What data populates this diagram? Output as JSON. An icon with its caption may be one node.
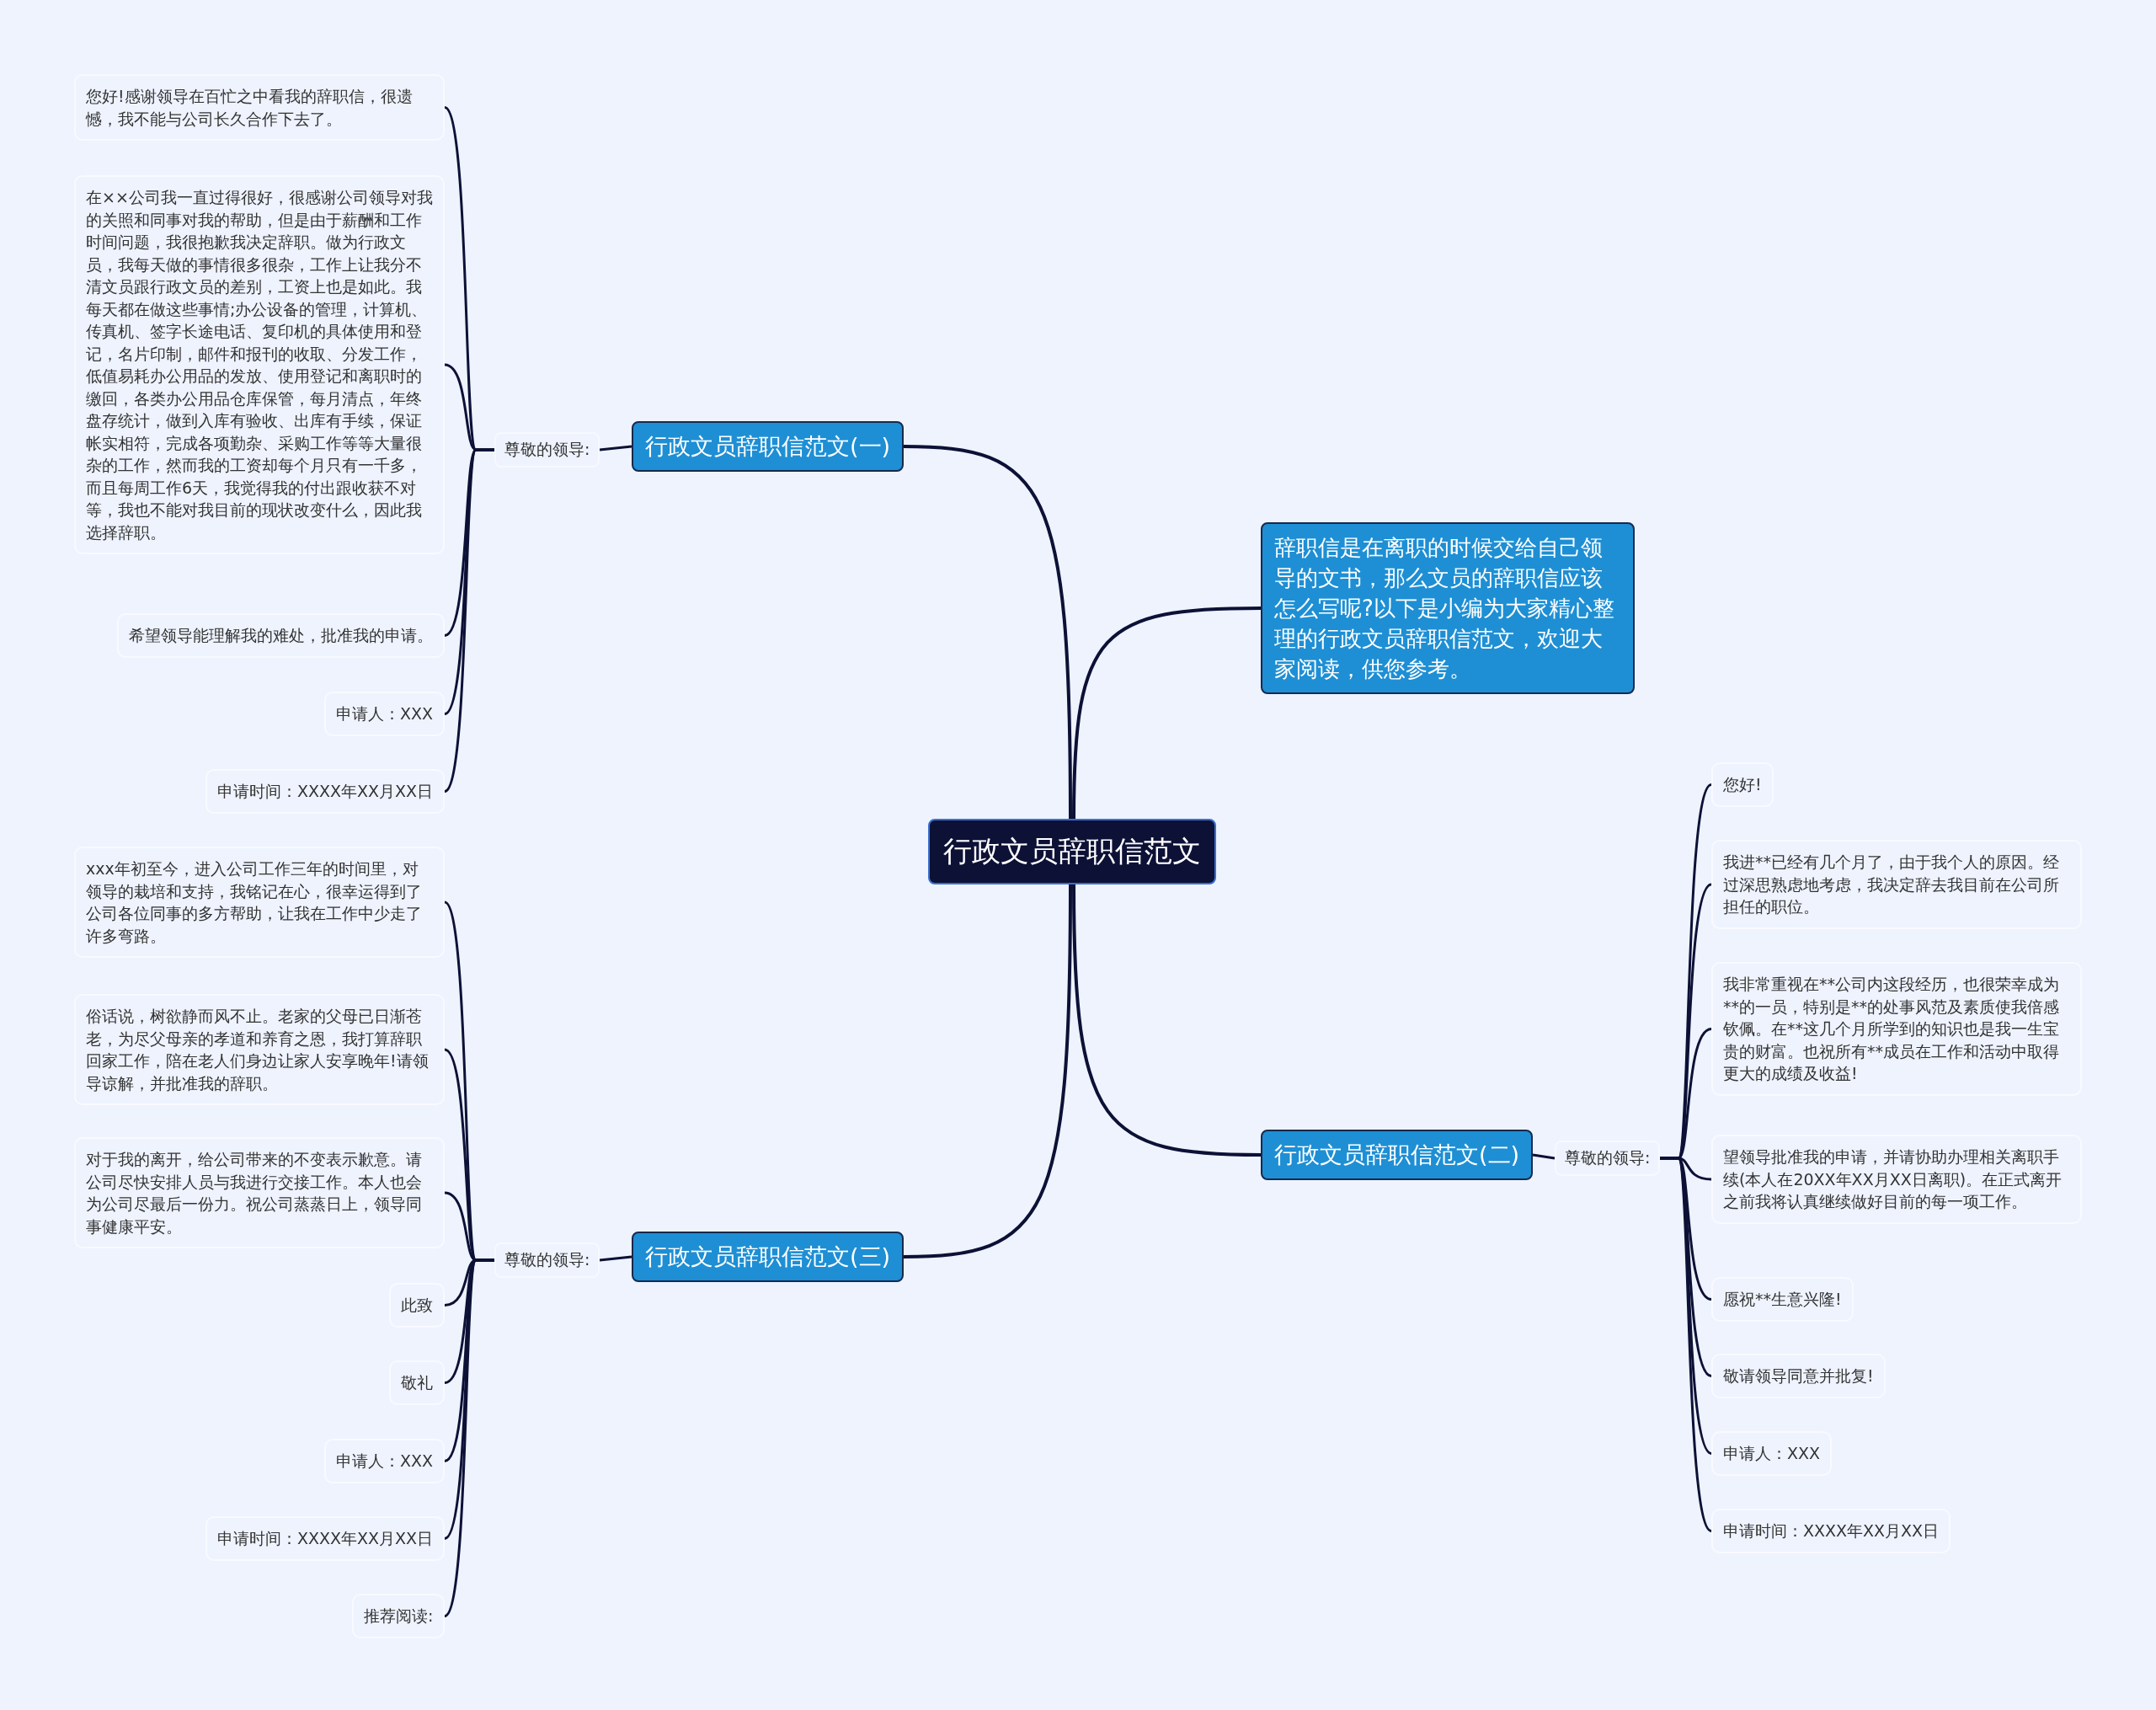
{
  "diagram": {
    "nodes": [
      {
        "text": [
          "行政文员辞职信范文"
        ]
      },
      {
        "text": [
          "行政文员辞职信范文(一)"
        ]
      },
      {
        "text": [
          "尊敬的领导:"
        ]
      },
      {
        "text": [
          "您好!感谢领导在百忙之中看我的辞职信，很遗憾，我不能与公司长久合作下去了。"
        ]
      },
      {
        "text": [
          "在××公司我一直过得很好，很感谢公司领导对我的关照和同事对我的帮助，但是由于薪酬和工作时间问题，我很抱歉我决定辞职。做为行政文员，我每天做的事情很多很杂，工作上让我分不清文员跟行政文员的差别，工资上也是如此。我每天都在做这些事情;办公设备的管理，计算机、传真机、签字长途电话、复印机的具体使用和登记，名片印制，邮件和报刊的收取、分发工作，低值易耗办公用品的发放、使用登记和离职时的缴回，各类办公用品仓库保管，每月清点，年终盘存统计，做到入库有验收、出库有手续，保证帐实相符，完成各项勤杂、采购工作等等大量很杂的工作，然而我的工资却每个月只有一千多，而且每周工作6天，我觉得我的付出跟收获不对等，我也不能对我目前的现状改变什么，因此我选择辞职。"
        ]
      },
      {
        "text": [
          "希望领导能理解我的难处，批准我的申请。"
        ]
      },
      {
        "text": [
          "申请人：XXX"
        ]
      },
      {
        "text": [
          "申请时间：XXXX年XX月XX日"
        ]
      },
      {
        "text": [
          "辞职信是在离职的时候交给自己领导的文书，那么文员的辞职信应该怎么写呢?以下是小编为大家精心整理的行政文员辞职信范文，欢迎大家阅读，供您参考。"
        ]
      },
      {
        "text": [
          "行政文员辞职信范文(二)"
        ]
      },
      {
        "text": [
          "尊敬的领导:"
        ]
      },
      {
        "text": [
          "您好!"
        ]
      },
      {
        "text": [
          "我进**已经有几个月了，由于我个人的原因。经过深思熟虑地考虑，我决定辞去我目前在公司所担任的职位。"
        ]
      },
      {
        "text": [
          "我非常重视在**公司内这段经历，也很荣幸成为**的一员，特别是**的处事风范及素质使我倍感钦佩。在**这几个月所学到的知识也是我一生宝贵的财富。也祝所有**成员在工作和活动中取得更大的成绩及收益!"
        ]
      },
      {
        "text": [
          "望领导批准我的申请，并请协助办理相关离职手续(本人在20XX年XX月XX日离职)。在正式离开之前我将认真继续做好目前的每一项工作。"
        ]
      },
      {
        "text": [
          "愿祝**生意兴隆!"
        ]
      },
      {
        "text": [
          "敬请领导同意并批复!"
        ]
      },
      {
        "text": [
          "申请人：XXX"
        ]
      },
      {
        "text": [
          "申请时间：XXXX年XX月XX日"
        ]
      },
      {
        "text": [
          "行政文员辞职信范文(三)"
        ]
      },
      {
        "text": [
          "尊敬的领导:"
        ]
      },
      {
        "text": [
          "xxx年初至今，进入公司工作三年的时间里，对领导的栽培和支持，我铭记在心，很幸运得到了公司各位同事的多方帮助，让我在工作中少走了许多弯路。"
        ]
      },
      {
        "text": [
          "俗话说，树欲静而风不止。老家的父母已日渐苍老，为尽父母亲的孝道和养育之恩，我打算辞职回家工作，陪在老人们身边让家人安享晚年!请领导谅解，并批准我的辞职。"
        ]
      },
      {
        "text": [
          "对于我的离开，给公司带来的不变表示歉意。请公司尽快安排人员与我进行交接工作。本人也会为公司尽最后一份力。祝公司蒸蒸日上，领导同事健康平安。"
        ]
      },
      {
        "text": [
          "此致"
        ]
      },
      {
        "text": [
          "敬礼"
        ]
      },
      {
        "text": [
          "申请人：XXX"
        ]
      },
      {
        "text": [
          "申请时间：XXXX年XX月XX日"
        ]
      },
      {
        "text": [
          "推荐阅读:"
        ]
      }
    ],
    "edges": [
      {
        "from": 0,
        "to": 1,
        "arrow": "none"
      },
      {
        "from": 1,
        "to": 2,
        "arrow": "none"
      },
      {
        "from": 2,
        "to": 3,
        "arrow": "none"
      },
      {
        "from": 2,
        "to": 4,
        "arrow": "none"
      },
      {
        "from": 2,
        "to": 5,
        "arrow": "none"
      },
      {
        "from": 2,
        "to": 6,
        "arrow": "none"
      },
      {
        "from": 2,
        "to": 7,
        "arrow": "none"
      },
      {
        "from": 0,
        "to": 8,
        "arrow": "none"
      },
      {
        "from": 0,
        "to": 9,
        "arrow": "none"
      },
      {
        "from": 9,
        "to": 10,
        "arrow": "none"
      },
      {
        "from": 10,
        "to": 11,
        "arrow": "none"
      },
      {
        "from": 10,
        "to": 12,
        "arrow": "none"
      },
      {
        "from": 10,
        "to": 13,
        "arrow": "none"
      },
      {
        "from": 10,
        "to": 14,
        "arrow": "none"
      },
      {
        "from": 10,
        "to": 15,
        "arrow": "none"
      },
      {
        "from": 10,
        "to": 16,
        "arrow": "none"
      },
      {
        "from": 10,
        "to": 17,
        "arrow": "none"
      },
      {
        "from": 10,
        "to": 18,
        "arrow": "none"
      },
      {
        "from": 0,
        "to": 19,
        "arrow": "none"
      },
      {
        "from": 19,
        "to": 20,
        "arrow": "none"
      },
      {
        "from": 20,
        "to": 21,
        "arrow": "none"
      },
      {
        "from": 20,
        "to": 22,
        "arrow": "none"
      },
      {
        "from": 20,
        "to": 23,
        "arrow": "none"
      },
      {
        "from": 20,
        "to": 24,
        "arrow": "none"
      },
      {
        "from": 20,
        "to": 25,
        "arrow": "none"
      },
      {
        "from": 20,
        "to": 26,
        "arrow": "none"
      },
      {
        "from": 20,
        "to": 27,
        "arrow": "none"
      },
      {
        "from": 20,
        "to": 28,
        "arrow": "none"
      }
    ]
  }
}
